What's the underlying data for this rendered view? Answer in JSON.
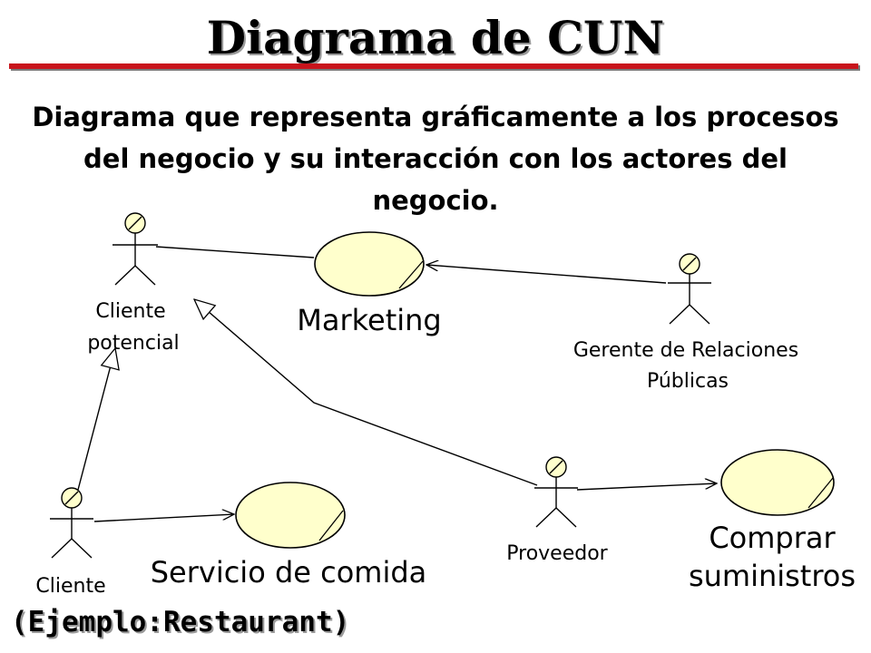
{
  "title": "Diagrama de CUN",
  "subtitle": "Diagrama que representa gráficamente a los procesos del negocio y su interacción con los actores del negocio.",
  "actors": {
    "cliente_potencial": [
      "Cliente",
      "potencial"
    ],
    "gerente": [
      "Gerente de Relaciones",
      "Públicas"
    ],
    "cliente": [
      "Cliente"
    ],
    "proveedor": [
      "Proveedor"
    ]
  },
  "use_cases": {
    "marketing": [
      "Marketing"
    ],
    "servicio": [
      "Servicio de comida"
    ],
    "comprar": [
      "Comprar",
      "suministros"
    ]
  },
  "example": "(Ejemplo:Restaurant)",
  "colors": {
    "title_rule": "#c8141c",
    "use_case_fill": "#ffffcc",
    "actor_head_fill": "#ffffcc",
    "line": "#000000"
  }
}
